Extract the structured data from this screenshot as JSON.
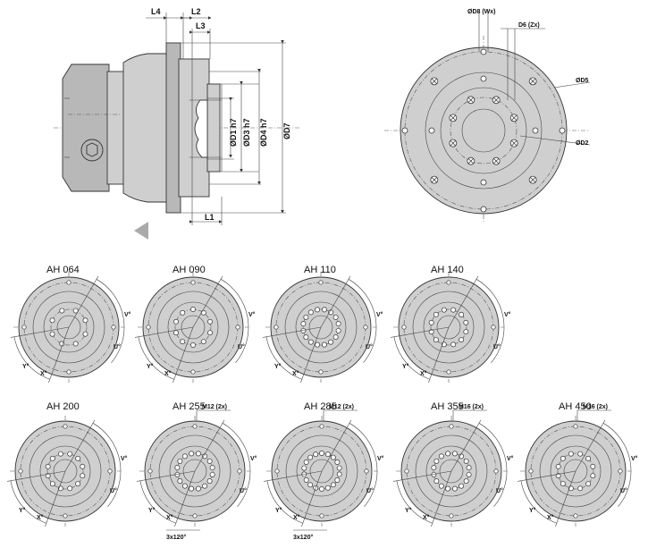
{
  "side_view": {
    "dims": {
      "L4": "L4",
      "L2": "L2",
      "L3": "L3",
      "L1": "L1",
      "D1": "ØD1 h7",
      "D3": "ØD3 h7",
      "D4": "ØD4 h7",
      "D7": "ØD7"
    }
  },
  "front_view": {
    "dims": {
      "D8": "ØD8 (Wx)",
      "D6": "D6 (Zx)",
      "D5": "ØD5",
      "D2": "ØD2"
    }
  },
  "angle_labels": {
    "v": "V°",
    "u": "U°",
    "y": "Y°",
    "x": "X°"
  },
  "variants": [
    {
      "title": "AH 064",
      "holes": 8,
      "outer_holes": 4
    },
    {
      "title": "AH 090",
      "holes": 10,
      "outer_holes": 4
    },
    {
      "title": "AH 110",
      "holes": 16,
      "outer_holes": 4
    },
    {
      "title": "AH 140",
      "holes": 12,
      "outer_holes": 4
    },
    {
      "title": "AH 200",
      "holes": 12,
      "outer_holes": 4
    },
    {
      "title": "AH 255",
      "holes": 16,
      "outer_holes": 4,
      "thread": "M12 (2x)",
      "pattern": "3x120°"
    },
    {
      "title": "AH 285",
      "holes": 18,
      "outer_holes": 4,
      "thread": "M12 (2x)",
      "pattern": "3x120°"
    },
    {
      "title": "AH 355",
      "holes": 16,
      "outer_holes": 4,
      "thread": "M16 (2x)"
    },
    {
      "title": "AH 450",
      "holes": 12,
      "outer_holes": 4,
      "thread": "M16 (2x)"
    }
  ]
}
